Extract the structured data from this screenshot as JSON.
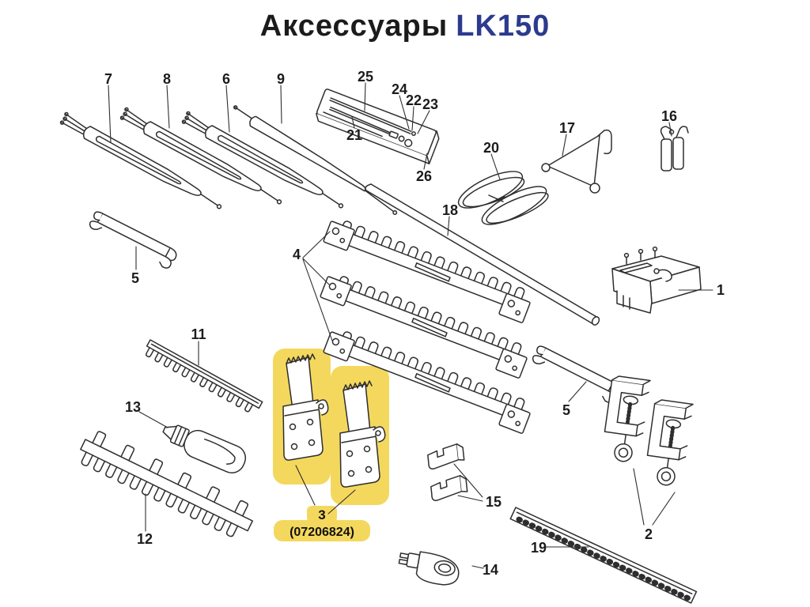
{
  "title": {
    "product": "Аксессуары",
    "model": "LK150"
  },
  "colors": {
    "highlight": "#F4D85E",
    "model_text": "#2B3B8E",
    "line_art": "#2E2E2E"
  },
  "highlighted_part": {
    "label": "3",
    "code": "(07206824)"
  },
  "part_labels": {
    "p1": "1",
    "p2": "2",
    "p4": "4",
    "p5": "5",
    "p6": "6",
    "p7": "7",
    "p8": "8",
    "p9": "9",
    "p11": "11",
    "p12": "12",
    "p13": "13",
    "p14": "14",
    "p15": "15",
    "p16": "16",
    "p17": "17",
    "p18": "18",
    "p19": "19",
    "p20": "20",
    "p21": "21",
    "p22": "22",
    "p23": "23",
    "p24": "24",
    "p25": "25",
    "p26": "26"
  }
}
